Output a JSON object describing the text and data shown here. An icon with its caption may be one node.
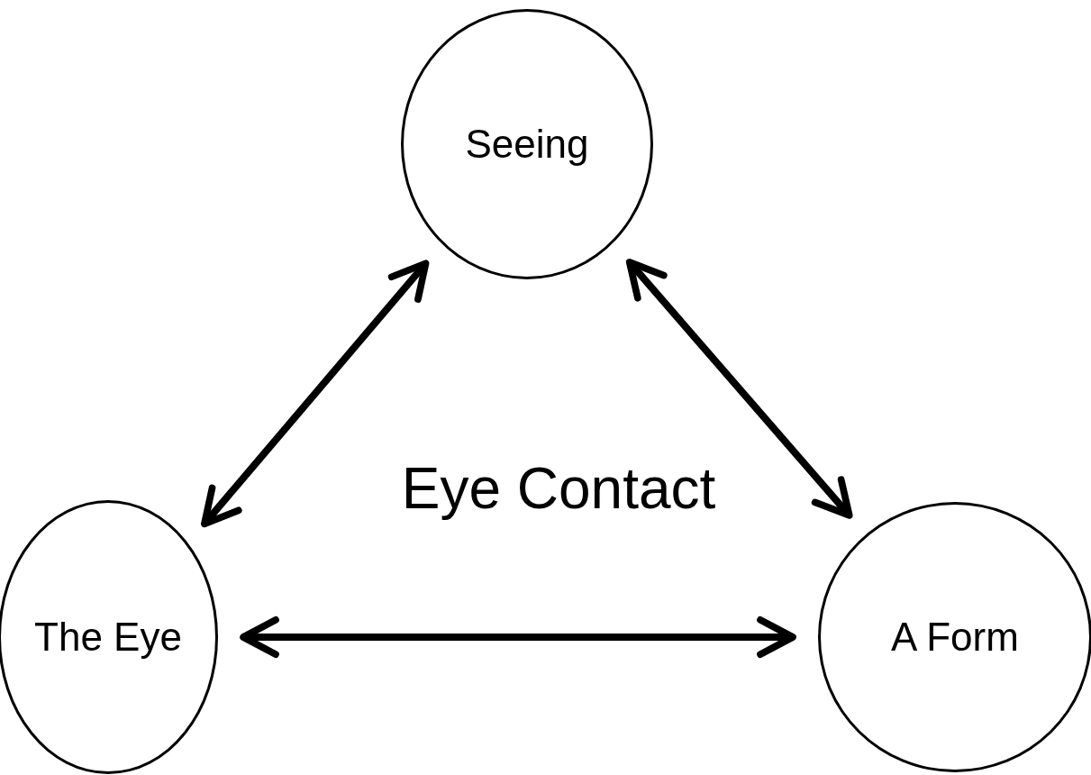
{
  "diagram": {
    "title": "Eye Contact",
    "nodes": [
      {
        "text": [
          "Seeing"
        ]
      },
      {
        "text": [
          "The Eye"
        ]
      },
      {
        "text": [
          "A Form"
        ]
      }
    ],
    "edges": [
      {
        "from": 1,
        "to": 0,
        "arrow": "both"
      },
      {
        "from": 0,
        "to": 2,
        "arrow": "both"
      },
      {
        "from": 1,
        "to": 2,
        "arrow": "both"
      }
    ]
  }
}
